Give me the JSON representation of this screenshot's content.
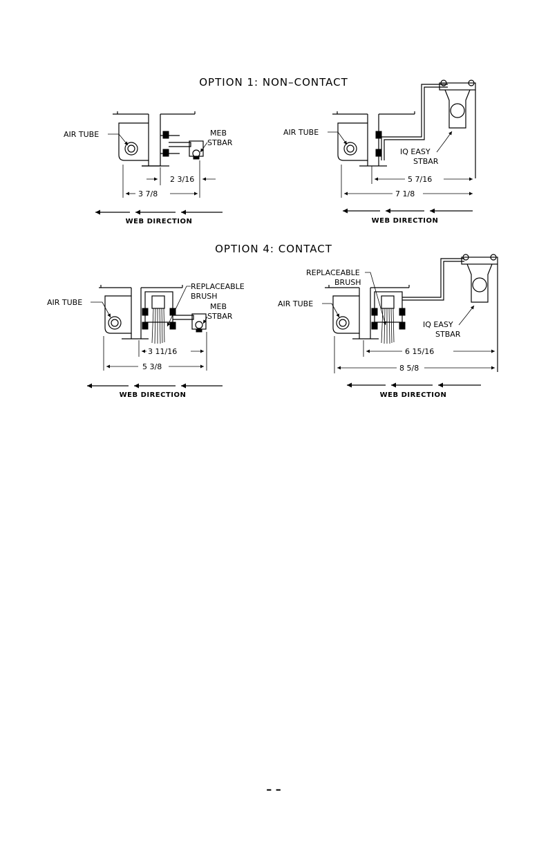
{
  "options": [
    {
      "title": "OPTION  1:  NON–CONTACT",
      "left": {
        "air_tube": "AIR TUBE",
        "bar_label": [
          "MEB",
          "STBAR"
        ],
        "dim_inner": "2 3/16",
        "dim_outer": "3 7/8",
        "web_direction": "WEB DIRECTION"
      },
      "right": {
        "air_tube": "AIR TUBE",
        "bar_label": [
          "IQ EASY",
          "STBAR"
        ],
        "dim_inner": "5 7/16",
        "dim_outer": "7 1/8",
        "web_direction": "WEB DIRECTION"
      }
    },
    {
      "title": "OPTION  4:  CONTACT",
      "left": {
        "air_tube": "AIR TUBE",
        "brush_label": [
          "REPLACEABLE",
          "BRUSH"
        ],
        "bar_label": [
          "MEB",
          "STBAR"
        ],
        "dim_inner": "3 11/16",
        "dim_outer": "5 3/8",
        "web_direction": "WEB DIRECTION"
      },
      "right": {
        "air_tube": "AIR TUBE",
        "brush_label": [
          "REPLACEABLE",
          "BRUSH"
        ],
        "bar_label": [
          "IQ EASY",
          "STBAR"
        ],
        "dim_inner": "6 15/16",
        "dim_outer": "8 5/8",
        "web_direction": "WEB DIRECTION"
      }
    }
  ],
  "footer_marks": "–   –"
}
